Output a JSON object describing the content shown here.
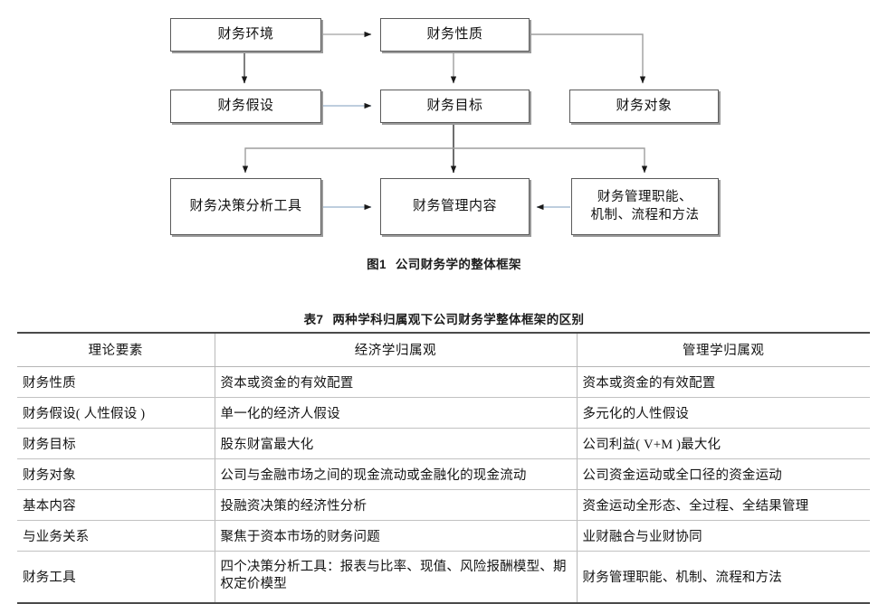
{
  "figure": {
    "caption_number": "图1",
    "caption_title": "公司财务学的整体框架",
    "nodes": [
      {
        "id": "env",
        "label": "财务环境"
      },
      {
        "id": "nature",
        "label": "财务性质"
      },
      {
        "id": "assume",
        "label": "财务假设"
      },
      {
        "id": "goal",
        "label": "财务目标"
      },
      {
        "id": "object",
        "label": "财务对象"
      },
      {
        "id": "tools",
        "label": "财务决策分析工具"
      },
      {
        "id": "content",
        "label": "财务管理内容"
      },
      {
        "id": "functions",
        "label": "财务管理职能、\n机制、流程和方法"
      }
    ],
    "edges": [
      {
        "from": "env",
        "to": "nature"
      },
      {
        "from": "env",
        "to": "assume"
      },
      {
        "from": "nature",
        "to": "goal"
      },
      {
        "from": "nature",
        "to": "object"
      },
      {
        "from": "assume",
        "to": "goal"
      },
      {
        "from": "goal",
        "to": "tools"
      },
      {
        "from": "goal",
        "to": "content"
      },
      {
        "from": "goal",
        "to": "functions"
      },
      {
        "from": "tools",
        "to": "content"
      },
      {
        "from": "functions",
        "to": "content"
      }
    ],
    "colors": {
      "node_border": "#5b5b5b",
      "node_shadow": "#9a9a9a",
      "connector_gray": "#9e9e9e",
      "connector_blue": "#a9bed4",
      "arrow_head": "#1a1a1a"
    }
  },
  "table": {
    "caption_number": "表7",
    "caption_title": "两种学科归属观下公司财务学整体框架的区别",
    "headers": [
      "理论要素",
      "经济学归属观",
      "管理学归属观"
    ],
    "rows": [
      {
        "element": "财务性质",
        "economics": "资本或资金的有效配置",
        "management": "资本或资金的有效配置"
      },
      {
        "element": "财务假设( 人性假设 )",
        "economics": "单一化的经济人假设",
        "management": "多元化的人性假设"
      },
      {
        "element": "财务目标",
        "economics": "股东财富最大化",
        "management": "公司利益( V+M )最大化"
      },
      {
        "element": "财务对象",
        "economics": "公司与金融市场之间的现金流动或金融化的现金流动",
        "management": "公司资金运动或全口径的资金运动"
      },
      {
        "element": "基本内容",
        "economics": "投融资决策的经济性分析",
        "management": "资金运动全形态、全过程、全结果管理"
      },
      {
        "element": "与业务关系",
        "economics": "聚焦于资本市场的财务问题",
        "management": "业财融合与业财协同"
      },
      {
        "element": "财务工具",
        "economics": "四个决策分析工具：报表与比率、现值、风险报酬模型、期权定价模型",
        "management": "财务管理职能、机制、流程和方法"
      }
    ]
  }
}
